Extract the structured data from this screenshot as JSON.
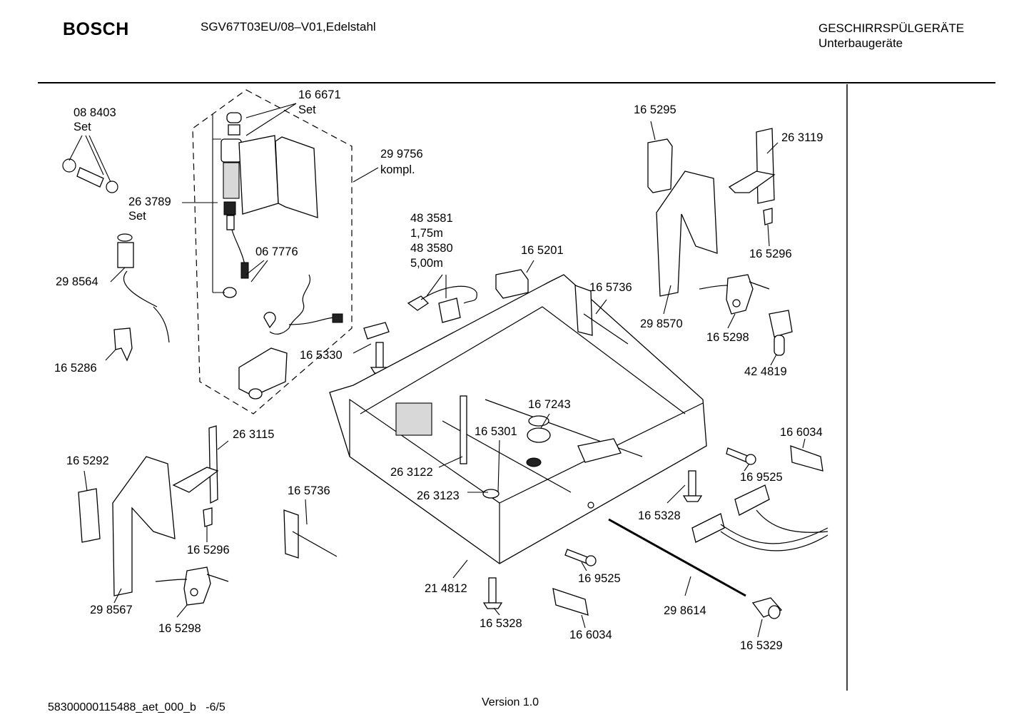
{
  "header": {
    "brand": "BOSCH",
    "model": "SGV67T03EU/08–V01,Edelstahl",
    "category_line1": "GESCHIRRSPÜLGERÄTE",
    "category_line2": "Unterbaugeräte"
  },
  "footer": {
    "doc_id": "58300000115488_aet_000_b   -6/5",
    "version": "Version 1.0"
  },
  "labels": {
    "p088403": "08 8403",
    "p088403_set": "Set",
    "p166671": "16 6671",
    "p166671_set": "Set",
    "p299756": "29 9756",
    "p299756_kompl": "kompl.",
    "p263789": "26 3789",
    "p263789_set": "Set",
    "p298564": "29 8564",
    "p067776": "06 7776",
    "p165286": "16 5286",
    "p483581": "48 3581",
    "len175": "1,75m",
    "p483580": "48 3580",
    "len500": "5,00m",
    "p165201": "16 5201",
    "p165330": "16 5330",
    "p165295": "16 5295",
    "p263119": "26 3119",
    "p165296a": "16 5296",
    "p165736a": "16 5736",
    "p298570": "29 8570",
    "p165298a": "16 5298",
    "p424819": "42 4819",
    "p167243": "16 7243",
    "p165301": "16 5301",
    "p263122": "26 3122",
    "p263123": "26 3123",
    "p166034a": "16 6034",
    "p169525a": "16 9525",
    "p165328a": "16 5328",
    "p263115": "26 3115",
    "p165292": "16 5292",
    "p165296b": "16 5296",
    "p165736b": "16 5736",
    "p298567": "29 8567",
    "p165298b": "16 5298",
    "p214812": "21 4812",
    "p165328b": "16 5328",
    "p169525b": "16 9525",
    "p166034b": "16 6034",
    "p298614": "29 8614",
    "p165329": "16 5329"
  }
}
